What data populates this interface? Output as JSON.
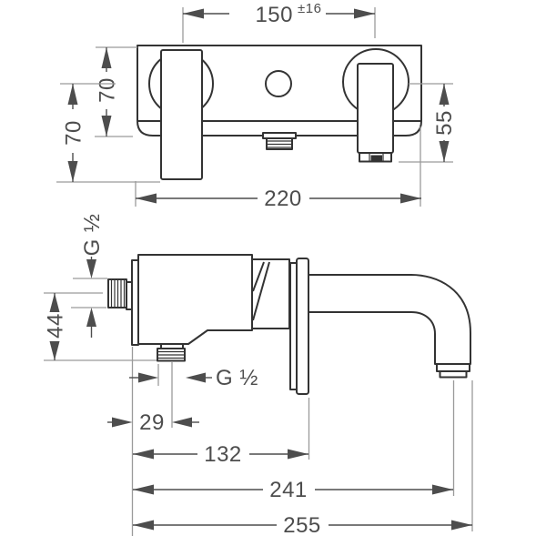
{
  "front_view": {
    "dim_connection_spacing": "150",
    "dim_connection_tolerance": "±16",
    "dim_body_height": "70",
    "dim_handle_height": "70",
    "dim_spout_height": "55",
    "dim_total_width": "220"
  },
  "side_view": {
    "dim_inlet_thread": "G ½",
    "dim_height_offset": "44",
    "dim_outlet_thread": "G ½",
    "dim_outlet_offset": "29",
    "dim_body_depth": "132",
    "dim_reach_center": "241",
    "dim_reach_total": "255"
  },
  "colors": {
    "object_line": "#333333",
    "dimension_line": "#4d4d4d",
    "extension_line": "#9a9a9a",
    "text": "#4d4d4d",
    "background": "#ffffff"
  }
}
